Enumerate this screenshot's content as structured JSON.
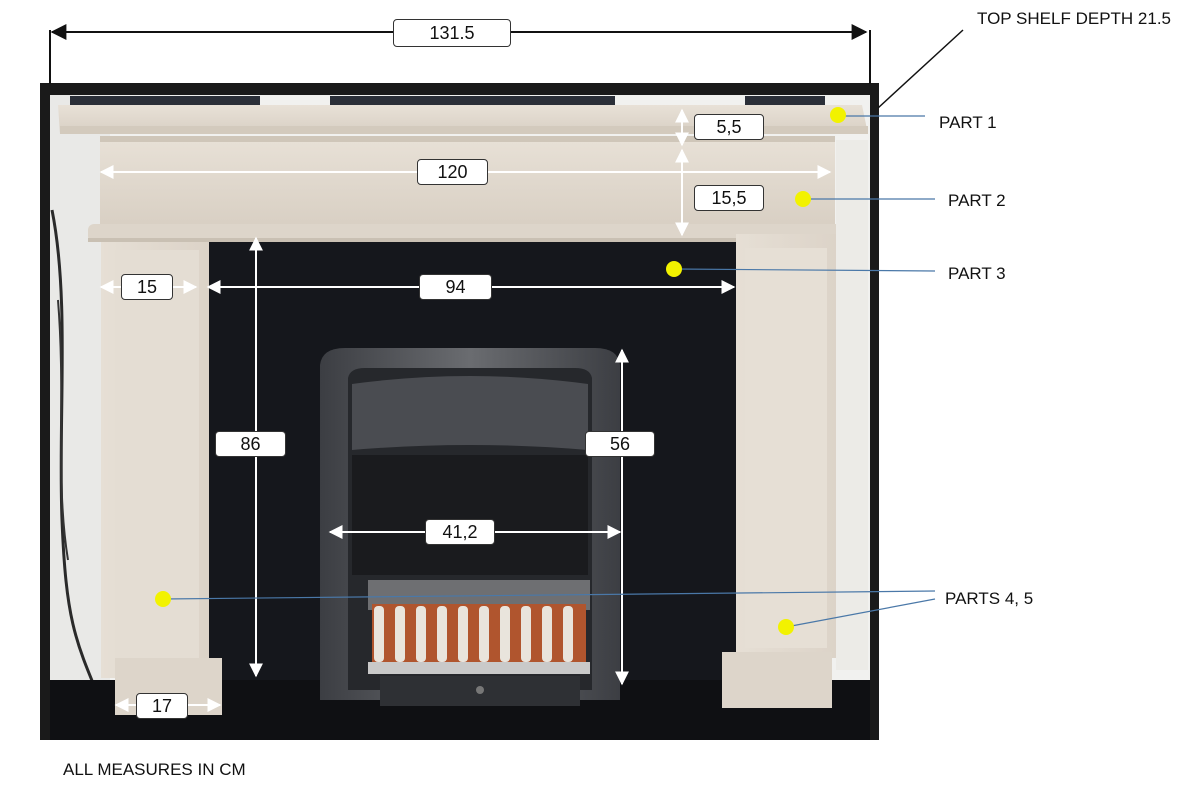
{
  "dimensions": {
    "overall_width": "131.5",
    "shelf_thickness": "5,5",
    "frieze_width": "120",
    "frieze_height": "15,5",
    "leg_width": "15",
    "opening_width": "94",
    "opening_height": "86",
    "insert_height": "56",
    "insert_width": "41,2",
    "plinth_width": "17"
  },
  "parts": {
    "shelf_depth_note": "TOP SHELF DEPTH 21.5",
    "part1": "PART 1",
    "part2": "PART 2",
    "part3": "PART 3",
    "parts45": "PARTS 4, 5"
  },
  "footer_note": "ALL MEASURES IN CM",
  "colors": {
    "marker": "#f2f200",
    "stone": "#e3dbd0",
    "back_panel": "#15171c",
    "insert_metal": "#55575c"
  }
}
